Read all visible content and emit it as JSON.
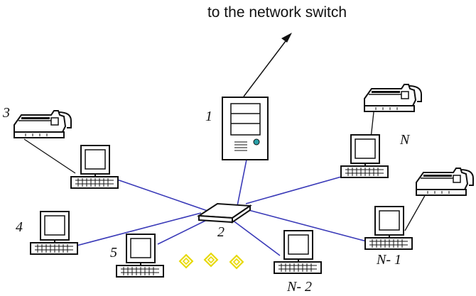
{
  "caption": "to the network switch",
  "labels": {
    "server": "1",
    "switch": "2",
    "printer_left": "3",
    "pc_left_middle": "4",
    "pc_bottom_left": "5",
    "printer_right_top": "N",
    "pc_right_bottom": "N- 1",
    "pc_bottom_right": "N- 2"
  },
  "colors": {
    "network_line": "#3a3ab8",
    "ellipsis_dots": "#e6d800",
    "outline": "#111111",
    "server_accent": "#2aa0a8"
  },
  "icons": [
    "server-icon",
    "switch-icon",
    "computer-icon",
    "printer-icon"
  ]
}
